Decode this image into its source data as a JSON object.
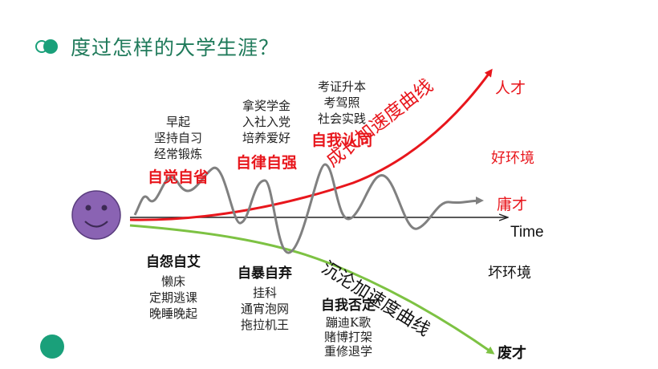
{
  "title": "度过怎样的大学生涯？",
  "axis_label": "Time",
  "top_group_1": {
    "items": [
      "早起",
      "坚持自习",
      "经常锻炼"
    ],
    "heading": "自觉自省"
  },
  "top_group_2": {
    "items": [
      "拿奖学金",
      "入社入党",
      "培养爱好"
    ],
    "heading": "自律自强"
  },
  "top_group_3": {
    "items": [
      "考证升本",
      "考驾照",
      "社会实践"
    ],
    "heading": "自我认同"
  },
  "bottom_group_1": {
    "heading": "自怨自艾",
    "items": [
      "懒床",
      "定期逃课",
      "晚睡晚起"
    ]
  },
  "bottom_group_2": {
    "heading": "自暴自弃",
    "items": [
      "挂科",
      "通宵泡网",
      "拖拉机王"
    ]
  },
  "bottom_group_3": {
    "heading": "自我否定",
    "items": [
      "蹦迪K歌",
      "赌博打架",
      "重修退学"
    ]
  },
  "curve_up_label": "成长加速度曲线",
  "curve_down_label": "沉沦加速度曲线",
  "outcomes": {
    "top": "人才",
    "top_env": "好环境",
    "middle": "庸才",
    "bottom_env": "坏环境",
    "bottom": "废才"
  },
  "colors": {
    "accent": "#1aa07a",
    "up_curve": "#e8161c",
    "down_curve": "#7dc243",
    "mid_curve": "#808080",
    "face": "#8a63b3"
  }
}
